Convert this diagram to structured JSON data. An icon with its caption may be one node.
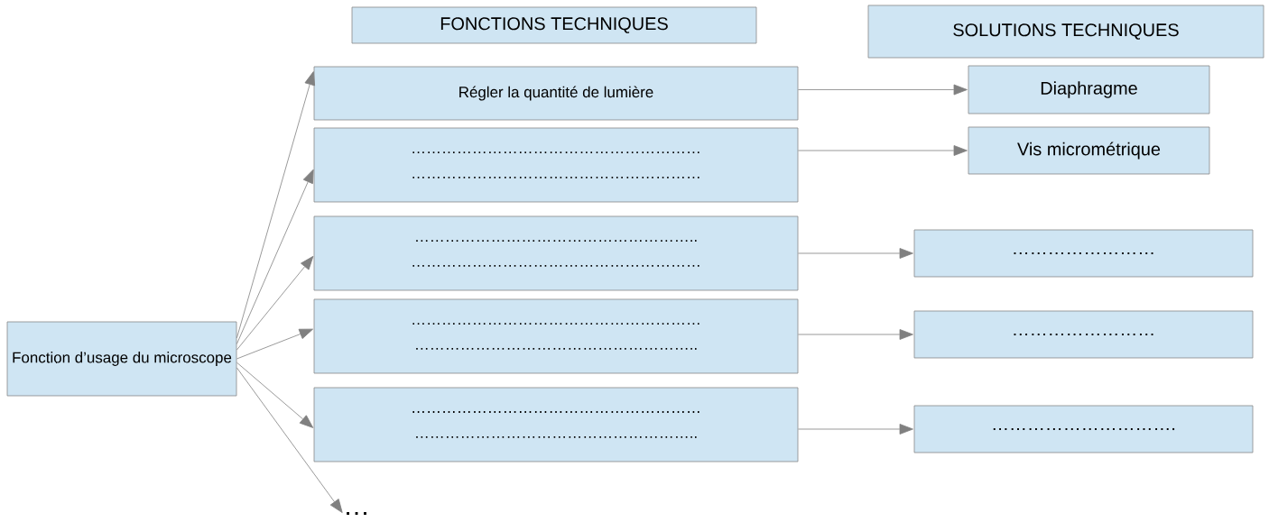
{
  "diagram": {
    "nodes": [
      {
        "text": [
          "FONCTIONS TECHNIQUES"
        ]
      },
      {
        "text": [
          "SOLUTIONS TECHNIQUES"
        ]
      },
      {
        "text": [
          "Fonction  d’usage du microscope"
        ]
      },
      {
        "text": [
          "Régler la quantité de lumière"
        ]
      },
      {
        "text": [
          "…………………………………………………",
          "…………………………………………………"
        ]
      },
      {
        "text": [
          "………………………………………………..",
          "…………………………………………………"
        ]
      },
      {
        "text": [
          "…………………………………………………",
          "……………………………………………….."
        ]
      },
      {
        "text": [
          "…………………………………………………",
          "……………………………………………….."
        ]
      },
      {
        "text": [
          "…"
        ]
      },
      {
        "text": [
          "Diaphragme"
        ]
      },
      {
        "text": [
          "Vis micrométrique"
        ]
      },
      {
        "text": [
          "……………………"
        ]
      },
      {
        "text": [
          "……………………"
        ]
      },
      {
        "text": [
          "…………………………."
        ]
      }
    ],
    "edges": [
      {
        "from": 2,
        "to": 3,
        "arrow": "to"
      },
      {
        "from": 2,
        "to": 4,
        "arrow": "to"
      },
      {
        "from": 2,
        "to": 5,
        "arrow": "to"
      },
      {
        "from": 2,
        "to": 6,
        "arrow": "to"
      },
      {
        "from": 2,
        "to": 7,
        "arrow": "to"
      },
      {
        "from": 2,
        "to": 8,
        "arrow": "to"
      },
      {
        "from": 3,
        "to": 9,
        "arrow": "to"
      },
      {
        "from": 4,
        "to": 10,
        "arrow": "to"
      },
      {
        "from": 5,
        "to": 11,
        "arrow": "to"
      },
      {
        "from": 6,
        "to": 12,
        "arrow": "to"
      },
      {
        "from": 7,
        "to": 13,
        "arrow": "to"
      }
    ]
  }
}
